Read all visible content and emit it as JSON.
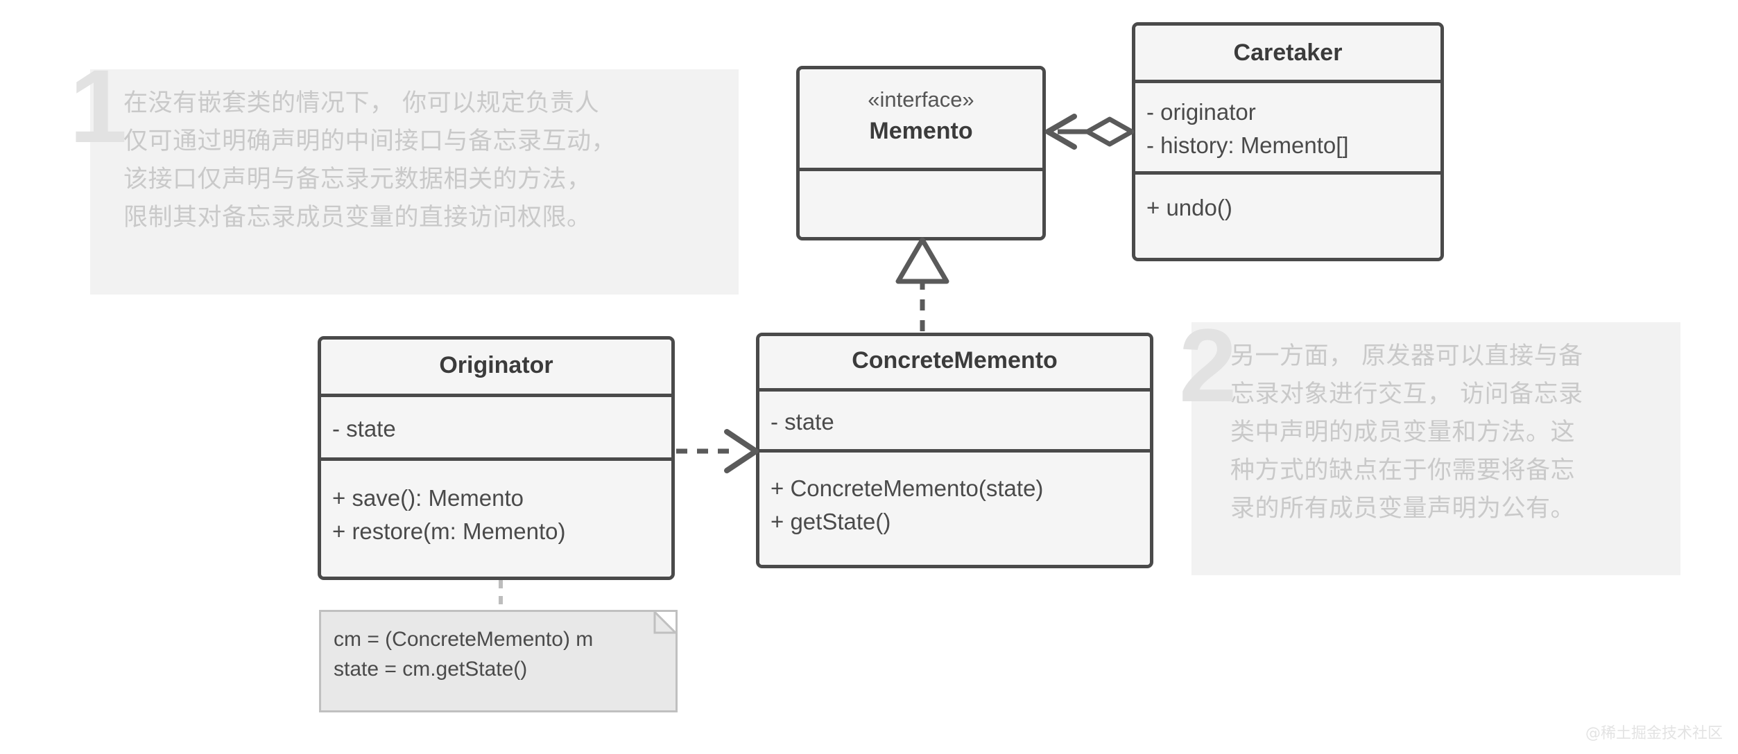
{
  "diagram": {
    "title": "Memento pattern UML class diagram (intermediate interface variant)",
    "colors": {
      "box_border": "#4a4a4a",
      "box_fill": "#f5f5f5",
      "note_fill": "#e8e8e8",
      "note_border": "#c0c0c0",
      "panel_fill": "#f2f2f2",
      "annotation_text": "#c9c9c9",
      "annotation_numeral": "#e2e2e2",
      "connector": "#5a5a5a",
      "page_background": "#ffffff"
    }
  },
  "classes": {
    "memento": {
      "stereotype": "«interface»",
      "name": "Memento",
      "members": []
    },
    "caretaker": {
      "name": "Caretaker",
      "attributes": [
        "- originator",
        "- history: Memento[]"
      ],
      "methods": [
        "+ undo()"
      ]
    },
    "originator": {
      "name": "Originator",
      "attributes": [
        "- state"
      ],
      "methods": [
        "+ save(): Memento",
        "+ restore(m: Memento)"
      ]
    },
    "concrete_memento": {
      "name": "ConcreteMemento",
      "attributes": [
        "- state"
      ],
      "methods": [
        "+ ConcreteMemento(state)",
        "+ getState()"
      ]
    }
  },
  "code_note": {
    "line1": "cm = (ConcreteMemento) m",
    "line2": "state = cm.getState()"
  },
  "annotations": [
    {
      "number": "1",
      "text": "在没有嵌套类的情况下， 你可以规定负责人\n仅可通过明确声明的中间接口与备忘录互动，\n该接口仅声明与备忘录元数据相关的方法，\n限制其对备忘录成员变量的直接访问权限。"
    },
    {
      "number": "2",
      "text": "另一方面， 原发器可以直接与备\n忘录对象进行交互， 访问备忘录\n类中声明的成员变量和方法。这\n种方式的缺点在于你需要将备忘\n录的所有成员变量声明为公有。"
    }
  ],
  "relations": [
    {
      "name": "caretaker-aggregates-memento",
      "type": "aggregation",
      "from": "Caretaker",
      "to": "Memento",
      "marker_source": "hollow-diamond",
      "marker_target": "open-arrow"
    },
    {
      "name": "concretememento-realizes-memento",
      "type": "realization",
      "from": "ConcreteMemento",
      "to": "Memento",
      "line": "dashed",
      "marker_target": "hollow-triangle"
    },
    {
      "name": "originator-depends-on-concretememento",
      "type": "dependency",
      "from": "Originator",
      "to": "ConcreteMemento",
      "line": "dashed",
      "marker_target": "open-arrow"
    },
    {
      "name": "originator-note-link",
      "type": "note-anchor",
      "from": "Originator",
      "to": "code-note",
      "line": "dashed"
    }
  ],
  "watermark": {
    "text": "@稀土掘金技术社区"
  }
}
